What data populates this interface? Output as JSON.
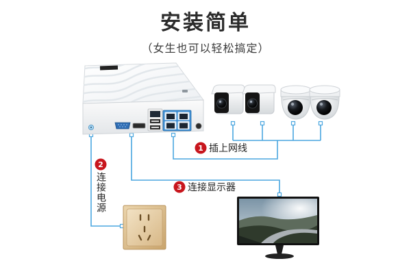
{
  "title": "安装简单",
  "subtitle": "（女生也可以轻松搞定）",
  "steps": [
    {
      "number": "1",
      "label": "插上网线"
    },
    {
      "number": "2",
      "label": "连接电源"
    },
    {
      "number": "3",
      "label": "连接显示器"
    }
  ],
  "colors": {
    "accent": "#c8161d",
    "wire": "#4aa6df",
    "title": "#2b2b2b",
    "port_blue": "#3d8ed3"
  },
  "icons": {
    "recorder": "nvr-recorder-icon",
    "cameras": [
      "bullet-camera-icon",
      "bullet-camera-icon",
      "dome-camera-icon",
      "dome-camera-icon"
    ],
    "socket": "power-socket-icon",
    "display": "monitor-icon"
  }
}
